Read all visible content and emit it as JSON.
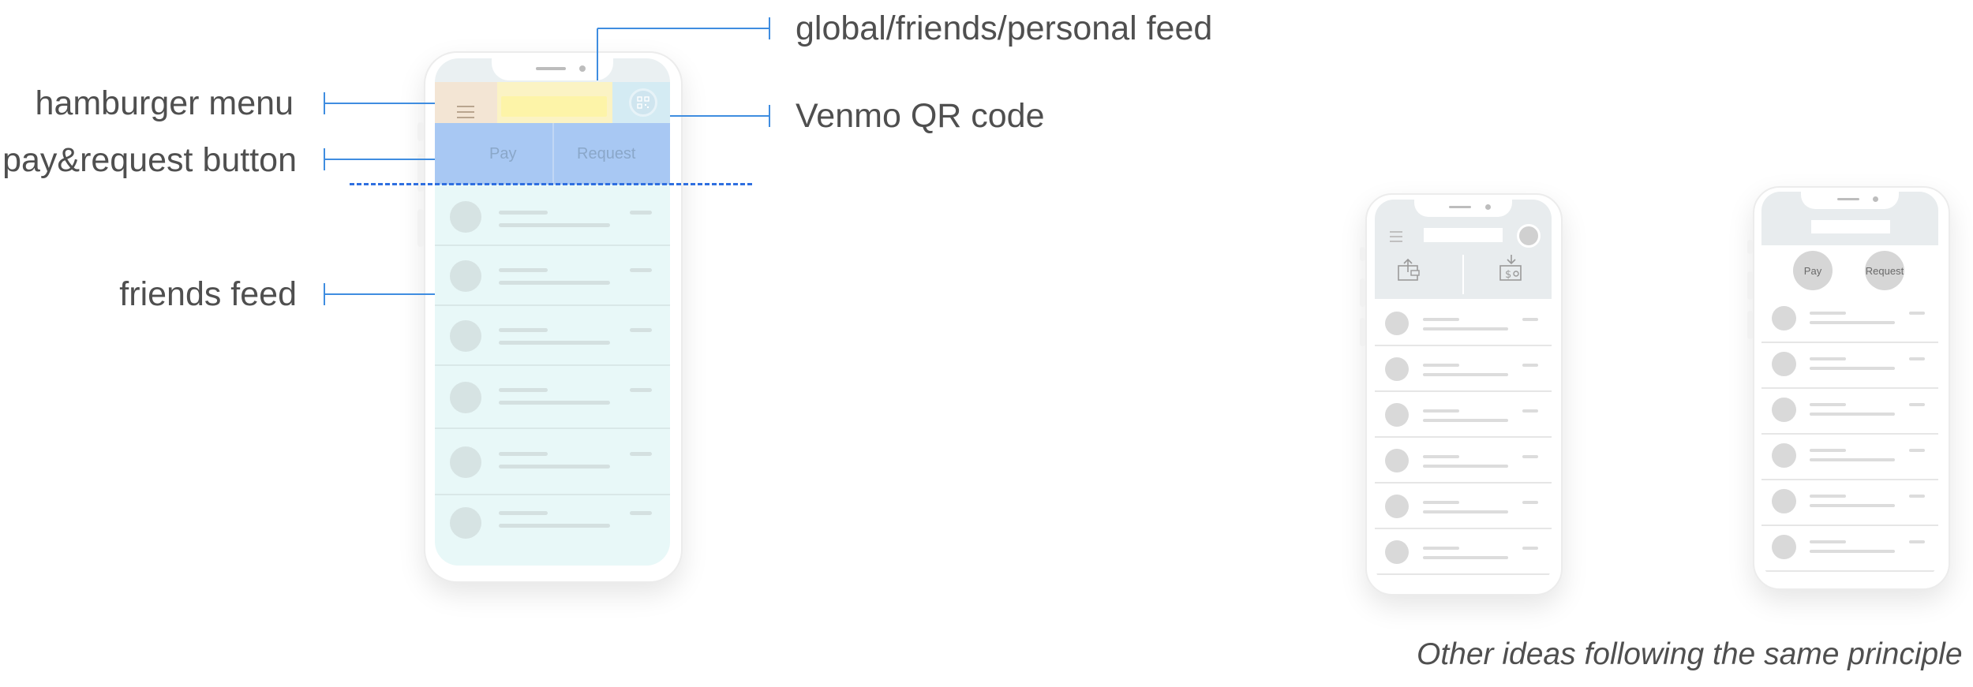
{
  "annotations": {
    "feed_switcher": "global/friends/personal feed",
    "hamburger": "hamburger menu",
    "qr_code": "Venmo QR code",
    "pay_request": "pay&request button",
    "friends_feed": "friends feed"
  },
  "main_phone": {
    "pay_label": "Pay",
    "request_label": "Request"
  },
  "alt_phone_2": {
    "pay_label": "Pay",
    "request_label": "Request"
  },
  "caption": "Other ideas following the same principle",
  "colors": {
    "annotation_line": "#3f8de0",
    "divider_dashed": "#2f6fe0",
    "hamburger_zone": "#f3e5d4",
    "feed_switch_zone": "#fbf3c4",
    "feed_switch_field": "#fdf4a8",
    "qr_zone": "#d4ebf3",
    "pay_request_zone": "#a8c8f3",
    "feed_bg": "#e8f8f8"
  }
}
